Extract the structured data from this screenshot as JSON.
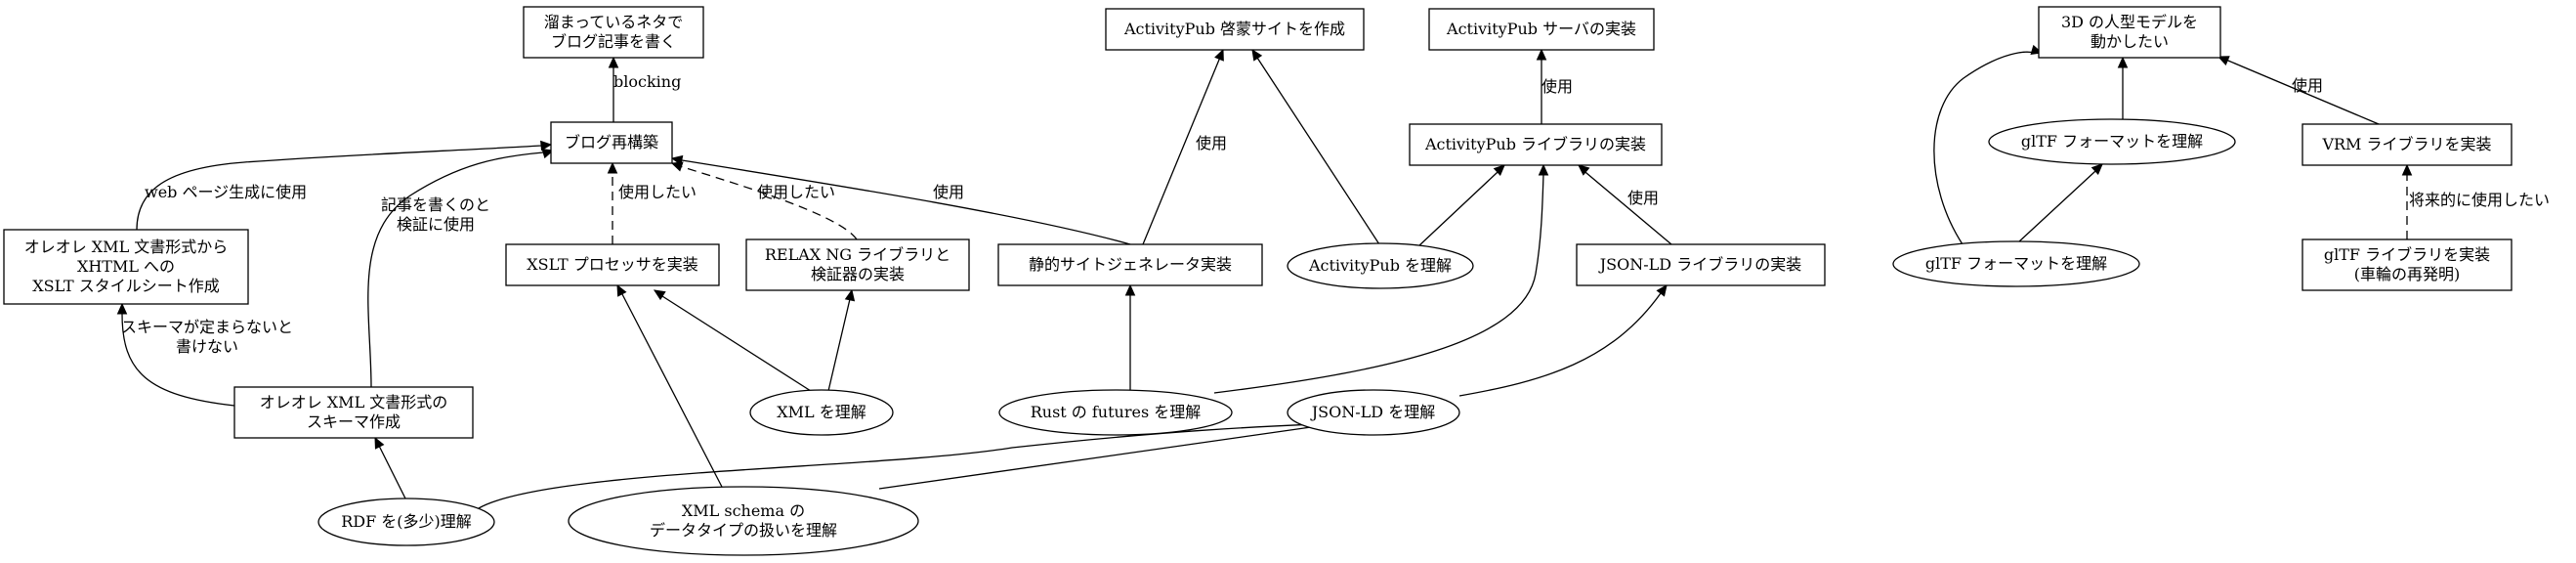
{
  "nodes": {
    "neta_blog": {
      "lines": [
        "溜まっているネタで",
        "ブログ記事を書く"
      ],
      "shape": "box"
    },
    "blog_rebuild": {
      "lines": [
        "ブログ再構築"
      ],
      "shape": "box"
    },
    "xslt_sheet": {
      "lines": [
        "オレオレ XML 文書形式から",
        "XHTML への",
        "XSLT スタイルシート作成"
      ],
      "shape": "box"
    },
    "xslt_processor": {
      "lines": [
        "XSLT プロセッサを実装"
      ],
      "shape": "box"
    },
    "relaxng": {
      "lines": [
        "RELAX NG ライブラリと",
        "検証器の実装"
      ],
      "shape": "box"
    },
    "schema_create": {
      "lines": [
        "オレオレ XML 文書形式の",
        "スキーマ作成"
      ],
      "shape": "box"
    },
    "understand_xml": {
      "lines": [
        "XML を理解"
      ],
      "shape": "ellipse"
    },
    "understand_rdf": {
      "lines": [
        "RDF を(多少)理解"
      ],
      "shape": "ellipse"
    },
    "xml_schema": {
      "lines": [
        "XML schema の",
        "データタイプの扱いを理解"
      ],
      "shape": "ellipse"
    },
    "ap_site": {
      "lines": [
        "ActivityPub 啓蒙サイトを作成"
      ],
      "shape": "box"
    },
    "ssg": {
      "lines": [
        "静的サイトジェネレータ実装"
      ],
      "shape": "box"
    },
    "rust_futures": {
      "lines": [
        "Rust の futures を理解"
      ],
      "shape": "ellipse"
    },
    "jsonld_understand": {
      "lines": [
        "JSON-LD を理解"
      ],
      "shape": "ellipse"
    },
    "ap_server": {
      "lines": [
        "ActivityPub サーバの実装"
      ],
      "shape": "box"
    },
    "ap_library": {
      "lines": [
        "ActivityPub ライブラリの実装"
      ],
      "shape": "box"
    },
    "ap_understand": {
      "lines": [
        "ActivityPub を理解"
      ],
      "shape": "ellipse"
    },
    "jsonld_library": {
      "lines": [
        "JSON-LD ライブラリの実装"
      ],
      "shape": "box"
    },
    "model_3d": {
      "lines": [
        "3D の人型モデルを",
        "動かしたい"
      ],
      "shape": "box"
    },
    "gltf_format_a": {
      "lines": [
        "glTF フォーマットを理解"
      ],
      "shape": "ellipse"
    },
    "vrm_library": {
      "lines": [
        "VRM ライブラリを実装"
      ],
      "shape": "box"
    },
    "gltf_format_b": {
      "lines": [
        "glTF フォーマットを理解"
      ],
      "shape": "ellipse"
    },
    "gltf_library": {
      "lines": [
        "glTF ライブラリを実装",
        "(車輪の再発明)"
      ],
      "shape": "box"
    }
  },
  "edges": [
    {
      "from": "blog_rebuild",
      "to": "neta_blog",
      "label": [
        "blocking"
      ],
      "style": "solid"
    },
    {
      "from": "xslt_sheet",
      "to": "blog_rebuild",
      "label": [
        "web ページ生成に使用"
      ],
      "style": "solid"
    },
    {
      "from": "schema_create",
      "to": "blog_rebuild",
      "label": [
        "記事を書くのと",
        "検証に使用"
      ],
      "style": "solid"
    },
    {
      "from": "xslt_processor",
      "to": "blog_rebuild",
      "label": [
        "使用したい"
      ],
      "style": "dashed"
    },
    {
      "from": "relaxng",
      "to": "blog_rebuild",
      "label": [
        "使用したい"
      ],
      "style": "dashed"
    },
    {
      "from": "ssg",
      "to": "blog_rebuild",
      "label": [
        "使用"
      ],
      "style": "solid"
    },
    {
      "from": "schema_create",
      "to": "xslt_sheet",
      "label": [
        "スキーマが定まらないと",
        "書けない"
      ],
      "style": "solid"
    },
    {
      "from": "understand_rdf",
      "to": "schema_create",
      "label": [],
      "style": "solid"
    },
    {
      "from": "understand_rdf",
      "to": "jsonld_understand",
      "label": [],
      "style": "solid"
    },
    {
      "from": "understand_xml",
      "to": "xslt_processor",
      "label": [],
      "style": "solid"
    },
    {
      "from": "understand_xml",
      "to": "relaxng",
      "label": [],
      "style": "solid"
    },
    {
      "from": "xml_schema",
      "to": "xslt_processor",
      "label": [],
      "style": "solid"
    },
    {
      "from": "xml_schema",
      "to": "jsonld_understand",
      "label": [],
      "style": "solid"
    },
    {
      "from": "rust_futures",
      "to": "ssg",
      "label": [],
      "style": "solid"
    },
    {
      "from": "rust_futures",
      "to": "ap_library",
      "label": [],
      "style": "solid"
    },
    {
      "from": "ssg",
      "to": "ap_site",
      "label": [
        "使用"
      ],
      "style": "solid"
    },
    {
      "from": "ap_understand",
      "to": "ap_site",
      "label": [],
      "style": "solid"
    },
    {
      "from": "ap_understand",
      "to": "ap_library",
      "label": [],
      "style": "solid"
    },
    {
      "from": "ap_library",
      "to": "ap_server",
      "label": [
        "使用"
      ],
      "style": "solid"
    },
    {
      "from": "jsonld_library",
      "to": "ap_library",
      "label": [
        "使用"
      ],
      "style": "solid"
    },
    {
      "from": "jsonld_understand",
      "to": "jsonld_library",
      "label": [],
      "style": "solid"
    },
    {
      "from": "gltf_format_b",
      "to": "model_3d",
      "label": [],
      "style": "solid"
    },
    {
      "from": "gltf_format_a",
      "to": "model_3d",
      "label": [],
      "style": "solid"
    },
    {
      "from": "gltf_format_b",
      "to": "gltf_format_a",
      "label": [],
      "style": "solid"
    },
    {
      "from": "vrm_library",
      "to": "model_3d",
      "label": [
        "使用"
      ],
      "style": "solid"
    },
    {
      "from": "gltf_library",
      "to": "vrm_library",
      "label": [
        "将来的に使用したい"
      ],
      "style": "dashed"
    }
  ]
}
